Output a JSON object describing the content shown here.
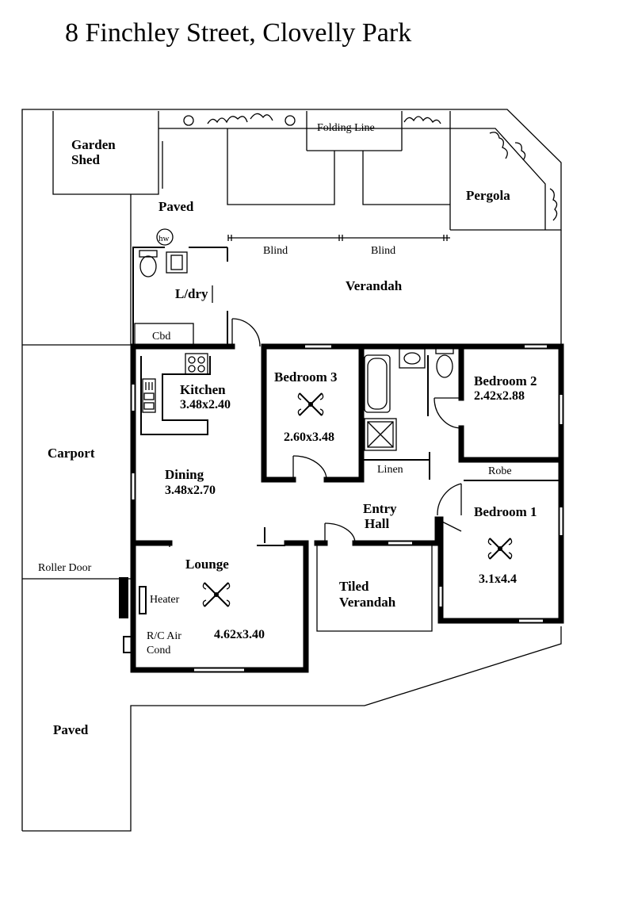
{
  "title": "8 Finchley Street,  Clovelly Park",
  "labels": {
    "garden_shed_1": "Garden",
    "garden_shed_2": "Shed",
    "folding_line": "Folding Line",
    "pergola": "Pergola",
    "paved_top": "Paved",
    "hw": "hw",
    "blind_1": "Blind",
    "blind_2": "Blind",
    "verandah": "Verandah",
    "laundry": "L/dry",
    "cbd": "Cbd",
    "kitchen": "Kitchen",
    "kitchen_dim": "3.48x2.40",
    "bedroom3": "Bedroom 3",
    "bedroom3_dim": "2.60x3.48",
    "bedroom2": "Bedroom 2",
    "bedroom2_dim": "2.42x2.88",
    "carport": "Carport",
    "dining": "Dining",
    "dining_dim": "3.48x2.70",
    "linen": "Linen",
    "robe": "Robe",
    "entry_1": "Entry",
    "entry_2": "Hall",
    "bedroom1": "Bedroom 1",
    "bedroom1_dim": "3.1x4.4",
    "roller_door": "Roller Door",
    "lounge": "Lounge",
    "heater": "Heater",
    "lounge_dim": "4.62x3.40",
    "aircon_1": "R/C Air",
    "aircon_2": "Cond",
    "tiled_verandah_1": "Tiled",
    "tiled_verandah_2": "Verandah",
    "paved_bottom": "Paved"
  },
  "icons": {
    "ceiling_fan": "ceiling-fan-icon",
    "toilet": "toilet-icon",
    "bath": "bath-icon",
    "shower": "shower-icon",
    "basin": "basin-icon",
    "cooktop": "cooktop-icon",
    "oven": "oven-icon",
    "trough": "laundry-trough-icon",
    "hot_water": "hot-water-icon",
    "shrub": "shrub-icon"
  }
}
